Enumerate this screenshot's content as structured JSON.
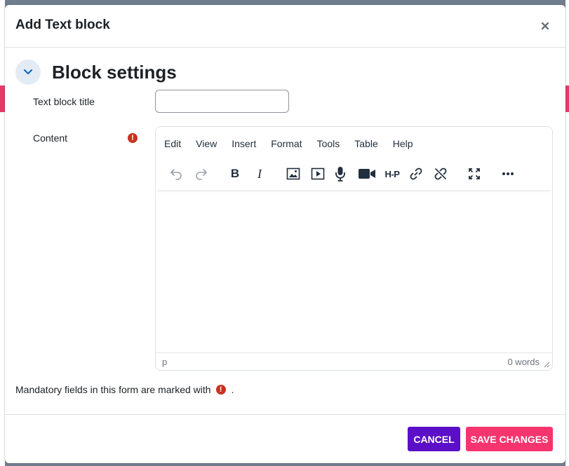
{
  "modal": {
    "title": "Add Text block",
    "close_icon": "close-icon"
  },
  "section": {
    "title": "Block settings",
    "toggle_icon": "chevron-down-icon"
  },
  "fields": {
    "title_label": "Text block title",
    "title_value": "",
    "content_label": "Content",
    "required_icon": "!"
  },
  "editor": {
    "menu": [
      "Edit",
      "View",
      "Insert",
      "Format",
      "Tools",
      "Table",
      "Help"
    ],
    "toolbar_icons": [
      "undo-icon",
      "redo-icon",
      "bold-icon",
      "italic-icon",
      "image-icon",
      "media-icon",
      "microphone-icon",
      "video-camera-icon",
      "h5p-icon",
      "link-icon",
      "unlink-icon",
      "fullscreen-icon",
      "more-icon"
    ],
    "bold_glyph": "B",
    "italic_glyph": "I",
    "h5p_text": "H-P",
    "more_glyph": "•••",
    "status_path": "p",
    "word_count": "0 words"
  },
  "form": {
    "mandatory_note": "Mandatory fields in this form are marked with",
    "mandatory_suffix": "."
  },
  "footer": {
    "cancel_label": "CANCEL",
    "save_label": "SAVE CHANGES"
  },
  "colors": {
    "primary": "#5c0fc8",
    "accent": "#f6346e",
    "required": "#ca3120",
    "backdrop": "#6f7d8e"
  }
}
